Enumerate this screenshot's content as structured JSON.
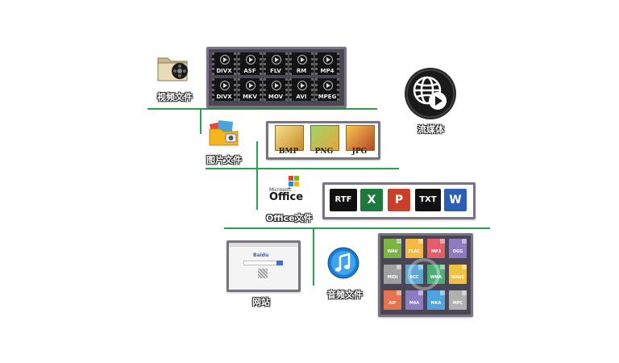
{
  "labels": {
    "video": "视频文件",
    "image": "图片文件",
    "office": "Office文件",
    "website": "网站",
    "audio": "音频文件",
    "stream": "流媒体"
  },
  "office_logo": {
    "small": "Microsoft",
    "big": "Office"
  },
  "video_formats": [
    "DIVX",
    "ASF",
    "FLV",
    "RM",
    "MP4",
    "DIVX",
    "MKV",
    "MOV",
    "AVI",
    "MPEG"
  ],
  "image_formats": [
    "BMP",
    "PNG",
    "JPG"
  ],
  "office_formats": [
    {
      "label": "RTF",
      "color": "#111111"
    },
    {
      "label": "X",
      "color": "#1e7a3c"
    },
    {
      "label": "P",
      "color": "#c8402a"
    },
    {
      "label": "TXT",
      "color": "#111111"
    },
    {
      "label": "W",
      "color": "#2b5fb4"
    }
  ],
  "audio_formats": [
    {
      "label": "WAV",
      "color": "#7cb342"
    },
    {
      "label": "FLAC",
      "color": "#f4b942"
    },
    {
      "label": "MP3",
      "color": "#e35d6a"
    },
    {
      "label": "OGG",
      "color": "#8e7cc3"
    },
    {
      "label": "MIDI",
      "color": "#a0a0a0"
    },
    {
      "label": "ACC",
      "color": "#5fa8d3"
    },
    {
      "label": "WMA",
      "color": "#4caf7a"
    },
    {
      "label": "WAVE",
      "color": "#f0c040"
    },
    {
      "label": "AIF",
      "color": "#e57350"
    },
    {
      "label": "M4A",
      "color": "#8e7cc3"
    },
    {
      "label": "MKA",
      "color": "#4fa3e0"
    },
    {
      "label": "MPC",
      "color": "#b0b0b0"
    }
  ],
  "browser": {
    "logo": "Baidu"
  },
  "colors": {
    "line": "#2aa14a",
    "panel_border": "#7a7482"
  }
}
